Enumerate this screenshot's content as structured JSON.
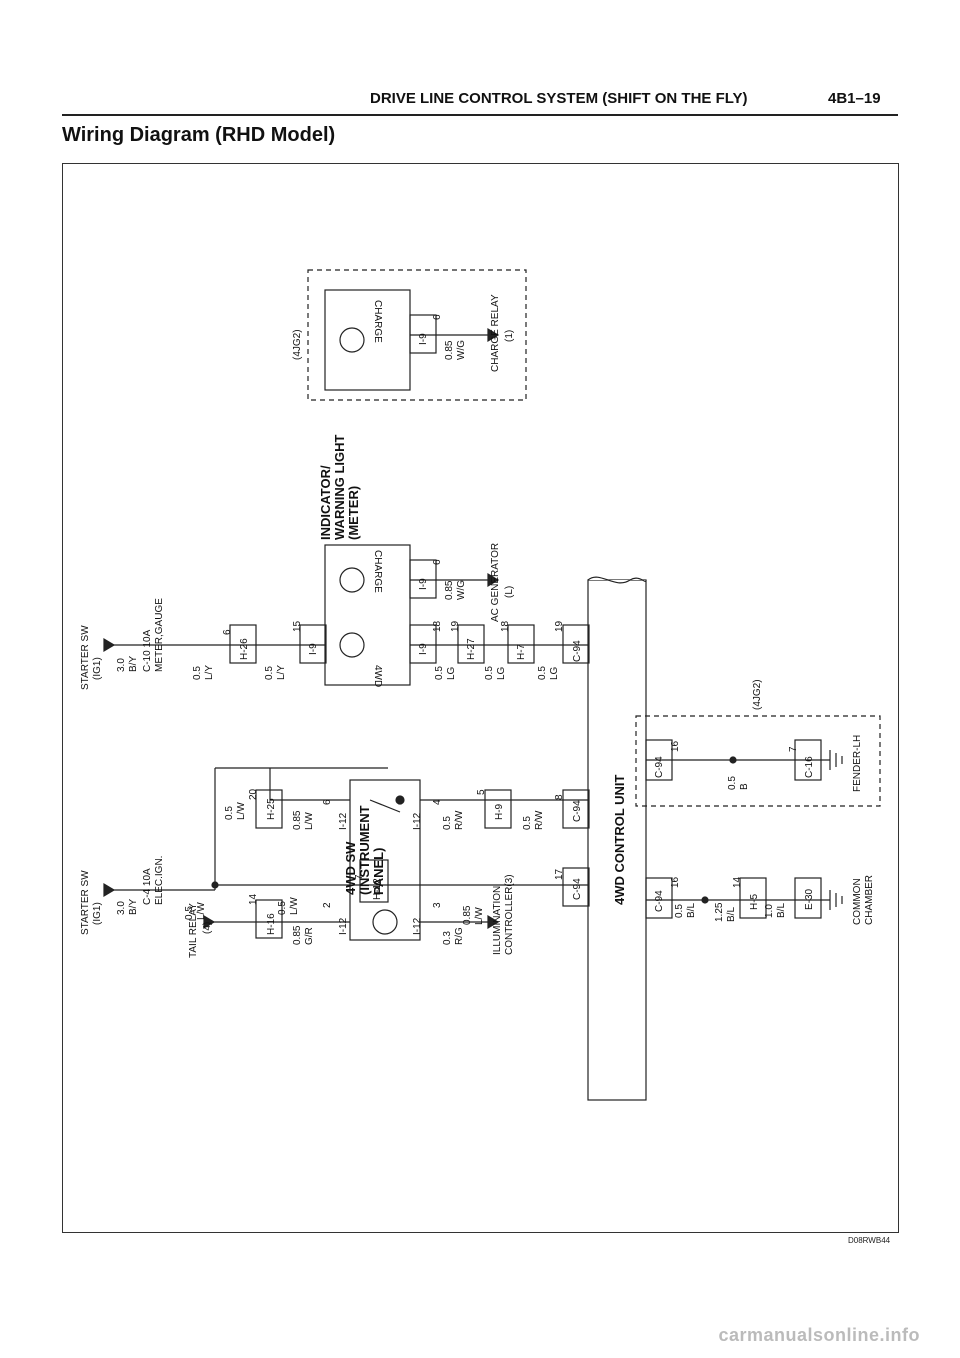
{
  "header": {
    "title": "DRIVE LINE CONTROL SYSTEM (SHIFT ON THE FLY)",
    "page": "4B1–19"
  },
  "section_title": "Wiring Diagram (RHD Model)",
  "diagram_code": "D08RWB44",
  "footer": "carmanualsonline.info",
  "labels": {
    "starter_sw_left": "STARTER SW",
    "ig1_left": "(IG1)",
    "wire_30_left": "3.0",
    "wire_by_left": "B/Y",
    "fuse_c4": "C-4 10A",
    "fuse_elec": "ELEC.IGN.",
    "w05_lw_a": "0.5",
    "w05_lw_a_c": "L/W",
    "w05_lw_b": "0.5",
    "w05_lw_b_c": "L/W",
    "h12": "H-12",
    "h12_pin": "7",
    "w085_lw": "0.85",
    "w085_lw_c": "L/W",
    "c94_17": "C-94",
    "pin17": "17",
    "w05_lw_c": "0.5",
    "w05_lw_c_c": "L/W",
    "h25": "H-25",
    "pin20": "20",
    "w085_lw2": "0.85",
    "w085_lw2_c": "L/W",
    "i12_6": "I-12",
    "pin6a": "6",
    "i12_4": "I-12",
    "pin4": "4",
    "w05_rw": "0.5",
    "w05_rw_c": "R/W",
    "h9": "H-9",
    "pin5": "5",
    "w05_rw2": "0.5",
    "w05_rw2_c": "R/W",
    "c94_8": "C-94",
    "pin8": "8",
    "tail_relay": "TAIL RELAY",
    "tail_relay_n": "(4)",
    "h16": "H-16",
    "pin14a": "14",
    "w085_gr": "0.85",
    "w085_gr_c": "G/R",
    "i12_2": "I-12",
    "pin2": "2",
    "i12_3": "I-12",
    "pin3": "3",
    "w03_rg": "0.3",
    "w03_rg_c": "R/G",
    "illum1": "ILLUMINATION",
    "illum2": "CONTROLLER(3)",
    "sw4wd_1": "4WD SW",
    "sw4wd_2": "(INSTRUMENT",
    "sw4wd_3": "PANEL)",
    "control_unit": "4WD CONTROL UNIT",
    "c94_16a": "C-94",
    "pin16a": "16",
    "w05_bl": "0.5",
    "w05_bl_c": "B/L",
    "w125_bl": "1.25",
    "w125_bl_c": "B/L",
    "h5": "H-5",
    "pin14b": "14",
    "w10_bl": "1.0",
    "w10_bl_c": "B/L",
    "e30": "E-30",
    "common1": "COMMON",
    "common2": "CHAMBER",
    "c94_16b": "C-94",
    "pin16b": "16",
    "w05_b": "0.5",
    "w05_b_c": "B",
    "c16": "C-16",
    "pin7b": "7",
    "fender": "FENDER-LH",
    "g4jg2_a": "(4JG2)",
    "starter_sw_right": "STARTER SW",
    "ig1_right": "(IG1)",
    "wire_30_right": "3.0",
    "wire_by_right": "B/Y",
    "fuse_c10": "C-10 10A",
    "fuse_meter": "METER,GAUGE",
    "w05_ly": "0.5",
    "w05_ly_c": "L/Y",
    "h26": "H-26",
    "pin6b": "6",
    "w05_ly2": "0.5",
    "w05_ly2_c": "L/Y",
    "i9_15": "I-9",
    "pin15": "15",
    "lbl_4wd": "4WD",
    "lbl_charge": "CHARGE",
    "i9_18": "I-9",
    "pin18a": "18",
    "i9_6": "I-9",
    "pin6c": "6",
    "w05_lg": "0.5",
    "w05_lg_c": "LG",
    "h27": "H-27",
    "pin19a": "19",
    "w05_lg2": "0.5",
    "w05_lg2_c": "LG",
    "h7": "H-7",
    "pin18b": "18",
    "w05_lg3": "0.5",
    "w05_lg3_c": "LG",
    "c94_19": "C-94",
    "pin19b": "19",
    "w085_wg": "0.85",
    "w085_wg_c": "W/G",
    "ac_gen": "AC GENERATOR",
    "ac_gen_n": "(L)",
    "indicator1": "INDICATOR/",
    "indicator2": "WARNING LIGHT",
    "indicator3": "(METER)",
    "g4jg2_b": "(4JG2)",
    "lbl_charge2": "CHARGE",
    "i9_6b": "I-9",
    "pin6d": "6",
    "w085_wg2": "0.85",
    "w085_wg2_c": "W/G",
    "charge_relay": "CHARGE RELAY",
    "charge_relay_n": "(1)"
  }
}
